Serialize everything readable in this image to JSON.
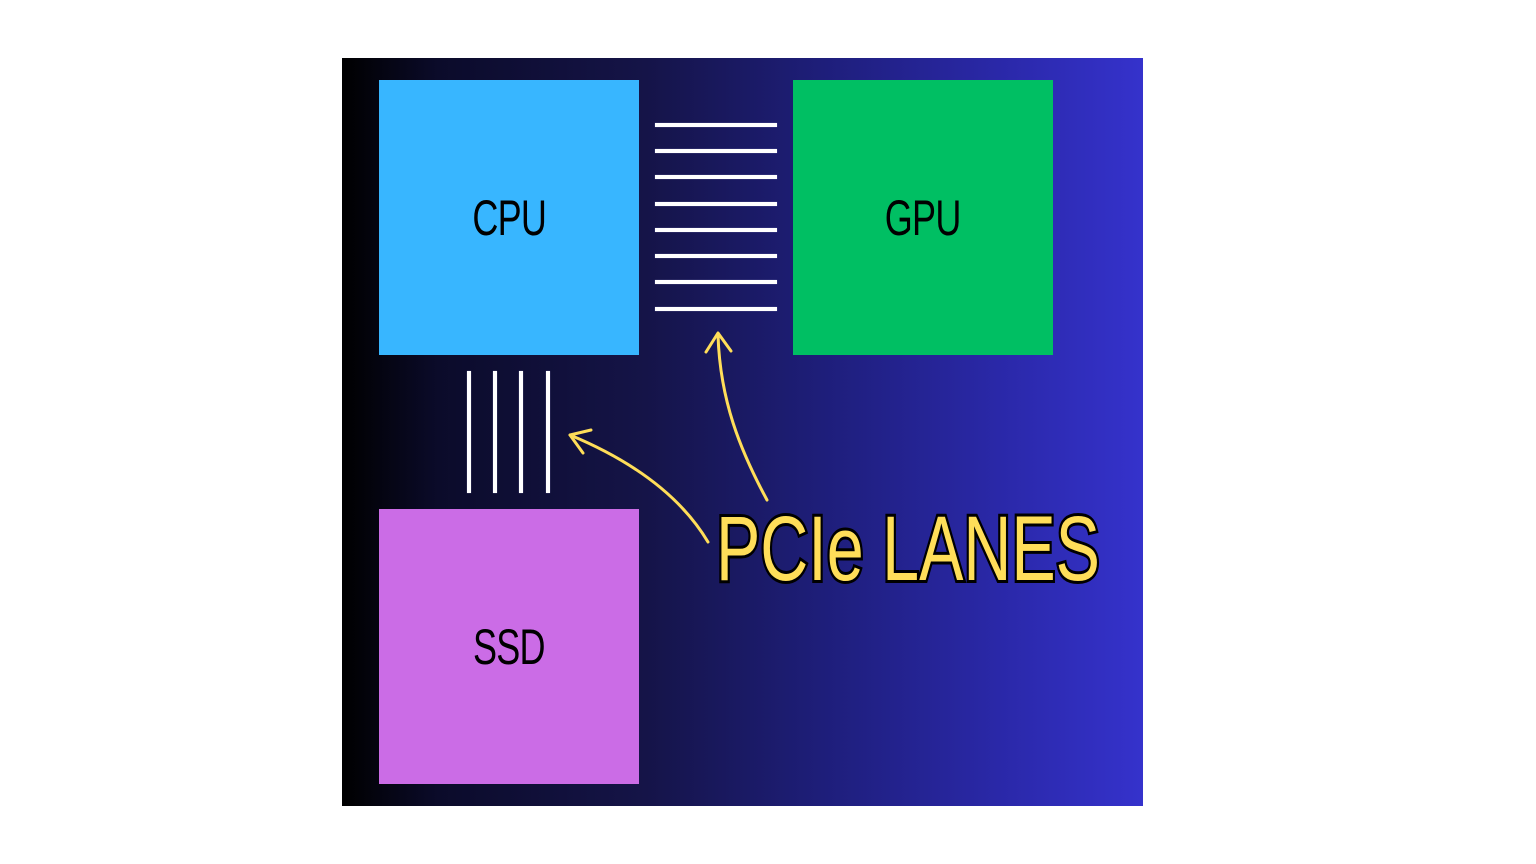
{
  "diagram": {
    "background_gradient": [
      "#000000",
      "#3532cc"
    ],
    "components": [
      {
        "id": "cpu",
        "label": "CPU",
        "color": "#38b6ff"
      },
      {
        "id": "gpu",
        "label": "GPU",
        "color": "#00bf63"
      },
      {
        "id": "ssd",
        "label": "SSD",
        "color": "#cb6ce6"
      }
    ],
    "connections": [
      {
        "from": "CPU",
        "to": "GPU",
        "lane_count": 8,
        "orientation": "horizontal"
      },
      {
        "from": "CPU",
        "to": "SSD",
        "lane_count": 4,
        "orientation": "vertical"
      }
    ],
    "annotation": {
      "text": "PCIe LANES",
      "color": "#ffde59",
      "outline": "#000000",
      "arrows_point_to": [
        "CPU-GPU lanes",
        "CPU-SSD lanes"
      ]
    }
  }
}
